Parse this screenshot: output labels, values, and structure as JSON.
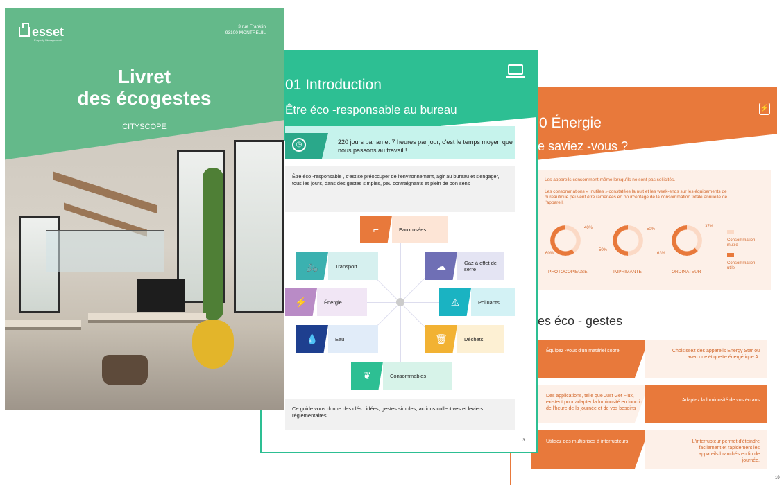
{
  "page3": {
    "title": "0 Énergie",
    "subtitle": "e saviez   -vous ?",
    "bullets": [
      "Les appareils consomment même lorsqu'ils ne sont pas sollicités.",
      "Les consommations « inutiles » constatées la nuit et les week-ends sur les équipements de bureautique peuvent être ramenées en pourcentage de la consommation totale annuelle de l'appareil."
    ],
    "donuts": [
      {
        "label": "PHOTOCOPIEUSE",
        "pct_a": "40%",
        "pct_b": "60%",
        "inutile": 40
      },
      {
        "label": "IMPRIMANTE",
        "pct_a": "50%",
        "pct_b": "50%",
        "inutile": 50
      },
      {
        "label": "ORDINATEUR",
        "pct_a": "37%",
        "pct_b": "63%",
        "inutile": 37
      }
    ],
    "legend": [
      "Consommation inutile",
      "Consommation utile"
    ],
    "section_title": "es  éco - gestes",
    "rows": [
      {
        "left": "Équipez -vous d'un matériel sobre",
        "right": "Choisissez des appareils Energy Star ou avec une étiquette énergétique A."
      },
      {
        "left": "Des applications, telle que Just Get Flux, existent pour adapter la luminosité en fonction de l'heure de la journée et de vos besoins",
        "right": "Adaptez la luminosité de vos écrans"
      },
      {
        "left": "Utilisez des multiprises à interrupteurs",
        "right": "L'interrupteur permet d'éteindre facilement et rapidement les appareils branchés en fin de journée."
      }
    ],
    "page_number": "19",
    "colors": {
      "accent": "#e8793b",
      "tint": "#fdf0e8"
    }
  },
  "page2": {
    "title": "01 Introduction",
    "subtitle": "Être éco  -responsable au bureau",
    "callout": "220 jours par an et 7 heures par jour, c'est le temps moyen que nous passons au travail !",
    "paragraph": "Être éco  -responsable   , c'est se préoccuper de l'environnement, agir au bureau et s'engager, tous les jours, dans des gestes simples, peu contraignants et plein de bon sens !",
    "categories": [
      {
        "label": "Eaux usées",
        "icon": "pipe-icon",
        "color": "#e8793b"
      },
      {
        "label": "Gaz à effet de serre",
        "icon": "cloud-icon",
        "color": "#6f6fb5"
      },
      {
        "label": "Polluants",
        "icon": "warning-icon",
        "color": "#1ab3c2"
      },
      {
        "label": "Déchets",
        "icon": "trash-icon",
        "color": "#f2b233"
      },
      {
        "label": "Consommables",
        "icon": "leaf-icon",
        "color": "#2dbf93"
      },
      {
        "label": "Eau",
        "icon": "drops-icon",
        "color": "#1e3f8f"
      },
      {
        "label": "Énergie",
        "icon": "energy-icon",
        "color": "#b98bc6"
      },
      {
        "label": "Transport",
        "icon": "bike-icon",
        "color": "#3bb1b0"
      }
    ],
    "footer": "Ce guide vous donne des   clés : idées, gestes simples, actions collectives et leviers réglementaires.",
    "page_number": "3",
    "colors": {
      "accent": "#2dbf93"
    }
  },
  "cover": {
    "logo": "esset",
    "logo_tagline": "Property Management",
    "address_line1": "3 rue Franklin",
    "address_line2": "93100 MONTREUIL",
    "title_line1": "Livret",
    "title_line2": "des écogestes",
    "subtitle": "CITYSCOPE",
    "colors": {
      "green": "#64b98a"
    }
  }
}
